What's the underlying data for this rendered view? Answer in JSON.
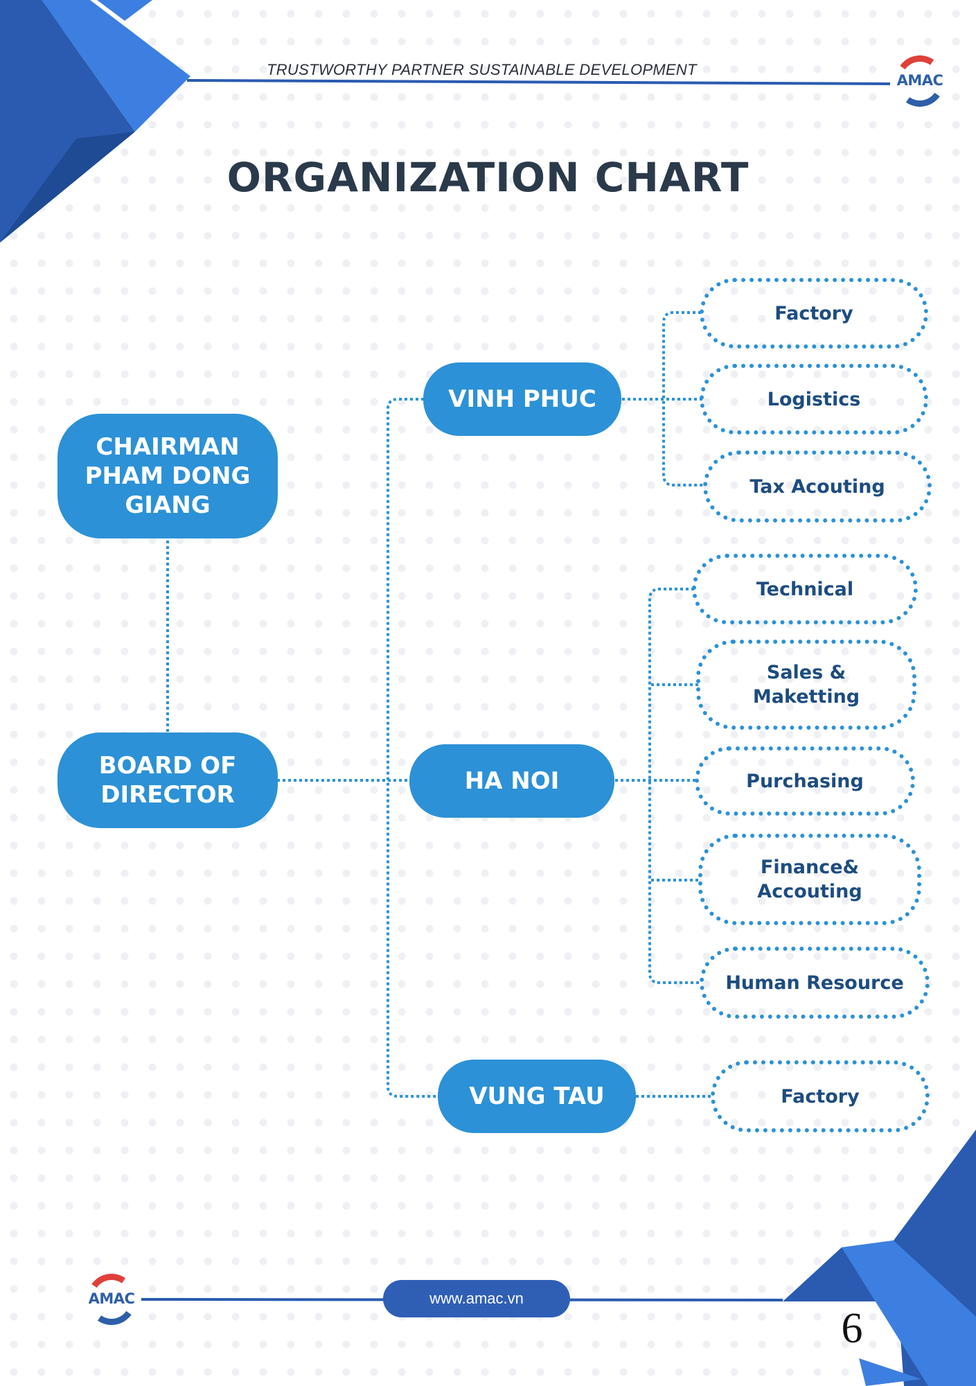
{
  "header": {
    "tagline": "TRUSTWORTHY PARTNER SUSTAINABLE DEVELOPMENT",
    "logo_text": "AMAC"
  },
  "title": "ORGANIZATION CHART",
  "chart": {
    "chairman": {
      "line1": "CHAIRMAN",
      "line2": "PHAM DONG",
      "line3": "GIANG"
    },
    "board": {
      "line1": "BOARD OF",
      "line2": "DIRECTOR"
    },
    "branches": [
      {
        "label": "VINH PHUC",
        "departments": [
          "Factory",
          "Logistics",
          "Tax  Acouting"
        ]
      },
      {
        "label": "HA NOI",
        "departments": [
          "Technical",
          "Sales & Maketting",
          "Purchasing",
          "Finance& Accouting",
          "Human Resource"
        ]
      },
      {
        "label": "VUNG TAU",
        "departments": [
          "Factory"
        ]
      }
    ]
  },
  "footer": {
    "logo_text": "AMAC",
    "url": "www.amac.vn",
    "page_number": "6"
  },
  "colors": {
    "node_blue": "#2c91d6",
    "dept_text": "#1d4c80",
    "title": "#2b3a4a",
    "accent_dark": "#2a5bb0"
  }
}
